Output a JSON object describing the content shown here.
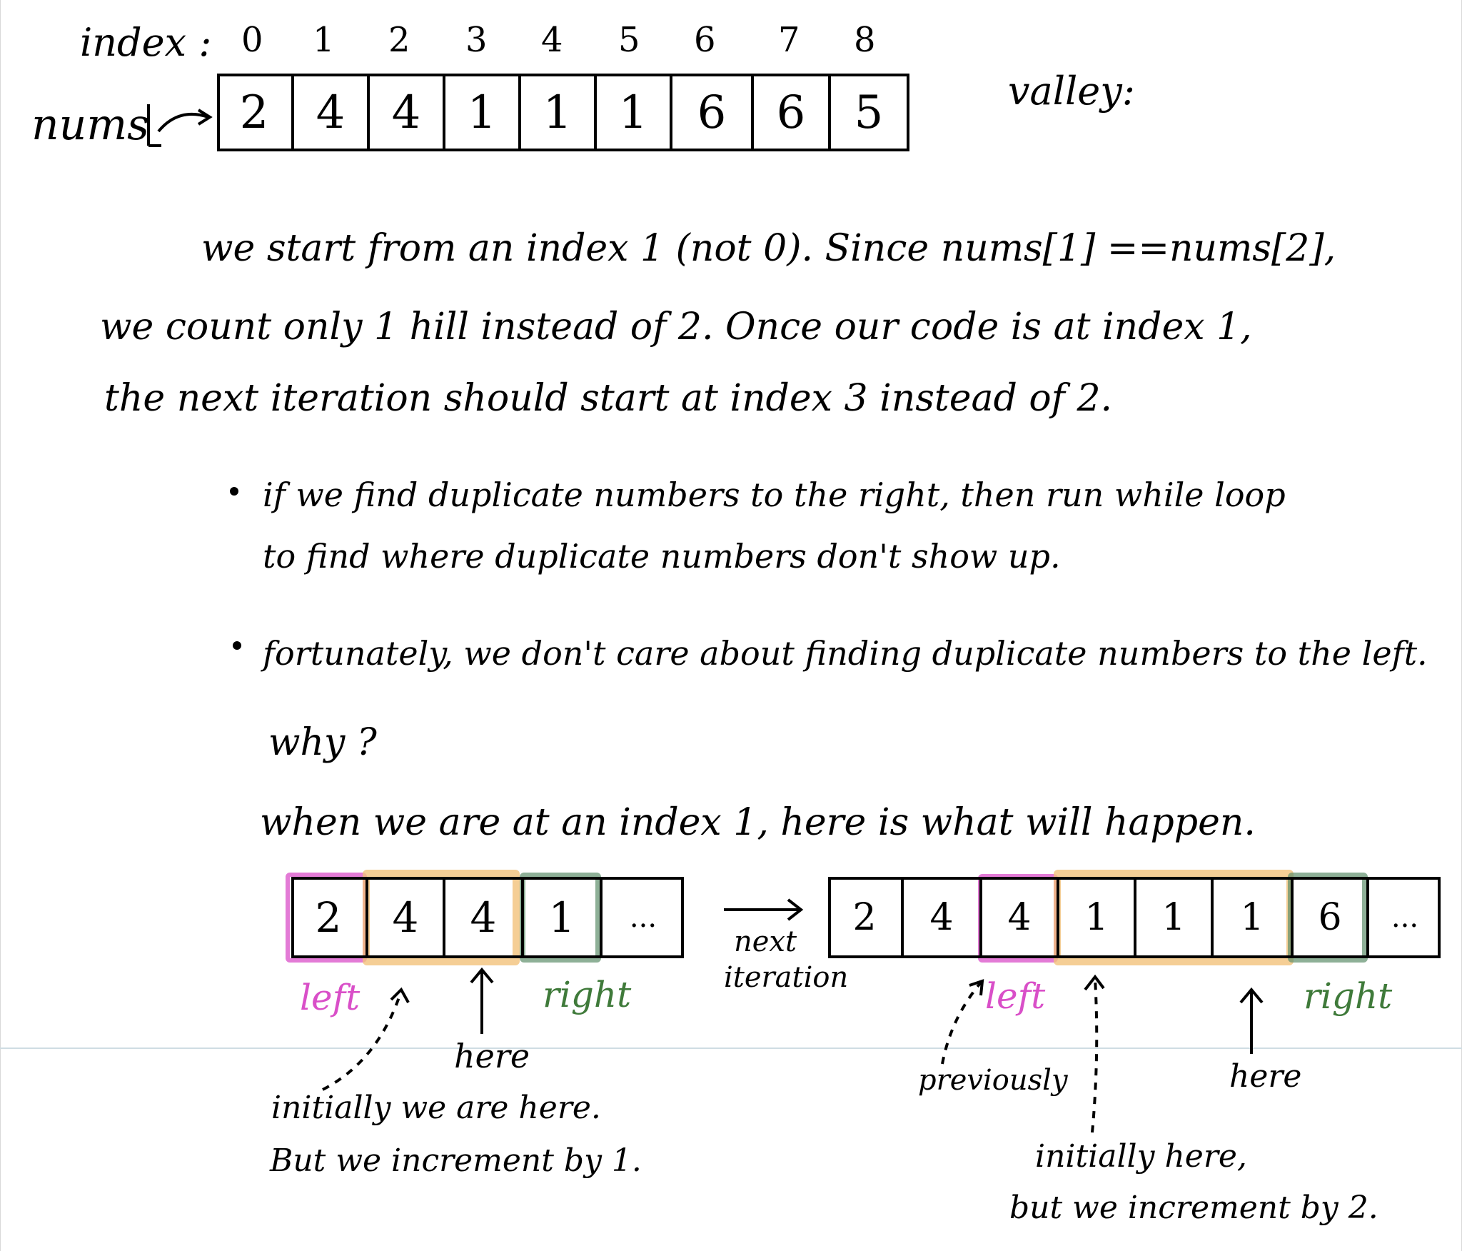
{
  "top": {
    "index_label": "index :",
    "indices": [
      "0",
      "1",
      "2",
      "3",
      "4",
      "5",
      "6",
      "7",
      "8"
    ],
    "nums_label": "nums",
    "nums": [
      "2",
      "4",
      "4",
      "1",
      "1",
      "1",
      "6",
      "6",
      "5"
    ],
    "valley_label": "valley:"
  },
  "text": {
    "line1": "we start from an index 1 (not 0).  Since  nums[1] ==nums[2],",
    "line2": "we count only 1 hill  instead of 2.  Once our code is at index 1,",
    "line3": "the next  iteration should start at  index 3  instead of 2.",
    "bullet1_a": "if we find duplicate numbers to the right, then run while loop",
    "bullet1_b": "to find  where duplicate numbers  don't show up.",
    "bullet2": "fortunately, we don't care about finding duplicate numbers to the left.",
    "why": "why ?",
    "when": "when we are at an index 1, here is what will happen."
  },
  "left_diagram": {
    "cells": [
      "2",
      "4",
      "4",
      "1",
      "..."
    ],
    "left_label": "left",
    "right_label": "right",
    "here_label": "here",
    "note_1": "initially we are here.",
    "note_2": "But we increment by 1."
  },
  "transition": {
    "label_1": "next",
    "label_2": "iteration"
  },
  "right_diagram": {
    "cells": [
      "2",
      "4",
      "4",
      "1",
      "1",
      "1",
      "6",
      "..."
    ],
    "left_label": "left",
    "right_label": "right",
    "here_label": "here",
    "previously_label": "previously",
    "note_1": "initially here,",
    "note_2": "but we increment by 2."
  },
  "colors": {
    "left": "#d94fc8",
    "middle": "#f2c27a",
    "right": "#5e8f6b",
    "right_text": "#3f7a3a"
  }
}
